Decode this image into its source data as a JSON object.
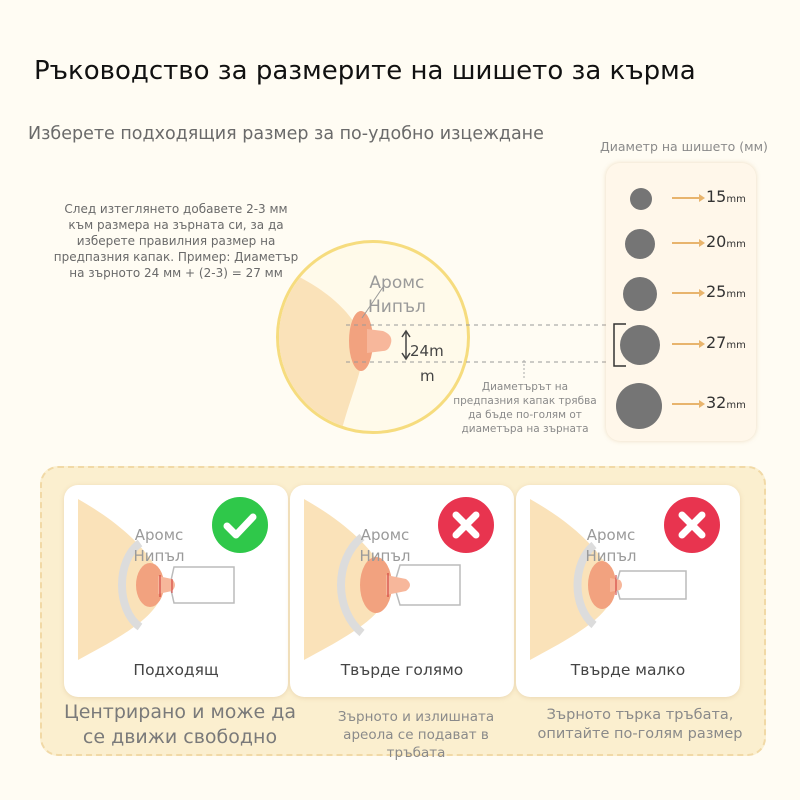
{
  "title": "Ръководство за размерите на шишето за кърма",
  "subtitle": "Изберете подходящия размер за по-удобно изцеждане",
  "diameter_header": "Диаметр на шишето (мм)",
  "instruction": "След изтеглянето добавете 2-3 мм към размера на зърната си, за да изберете правилния размер на предпазния капак. Пример: Диаметър на зърното 24 мм + (2-3) = 27 мм",
  "zoom": {
    "label_line1": "Аромс",
    "label_line2": "Нипъл",
    "dimension_line1": "24m",
    "dimension_line2": "m"
  },
  "shield_note": "Диаметърът на предпазния капак трябва да бъде по-голям от диаметъра на зърната",
  "sizes": [
    {
      "value": "15",
      "unit": "mm"
    },
    {
      "value": "20",
      "unit": "mm"
    },
    {
      "value": "25",
      "unit": "mm"
    },
    {
      "value": "27",
      "unit": "mm"
    },
    {
      "value": "32",
      "unit": "mm"
    }
  ],
  "highlighted_size": "27",
  "cards": [
    {
      "label_line1": "Аромс",
      "label_line2": "Нипъл",
      "status": "Подходящ",
      "caption": "Центрирано и може да се движи свободно",
      "verdict": "check-icon",
      "color": "#2fc84a"
    },
    {
      "label_line1": "Аромс",
      "label_line2": "Нипъл",
      "status": "Твърде голямо",
      "caption": "Зърното и излишната ареола се подават в тръбата",
      "verdict": "cross-icon",
      "color": "#e8344f"
    },
    {
      "label_line1": "Аромс",
      "label_line2": "Нипъл",
      "status": "Твърде малко",
      "caption": "Зърното търка тръбата, опитайте по-голям размер",
      "verdict": "cross-icon",
      "color": "#e8344f"
    }
  ],
  "colors": {
    "accent": "#e8b46d",
    "breast": "#fae2b9",
    "areola": "#f2a27f",
    "nipple": "#f7b79b",
    "ok": "#2fc84a",
    "bad": "#e8344f"
  }
}
